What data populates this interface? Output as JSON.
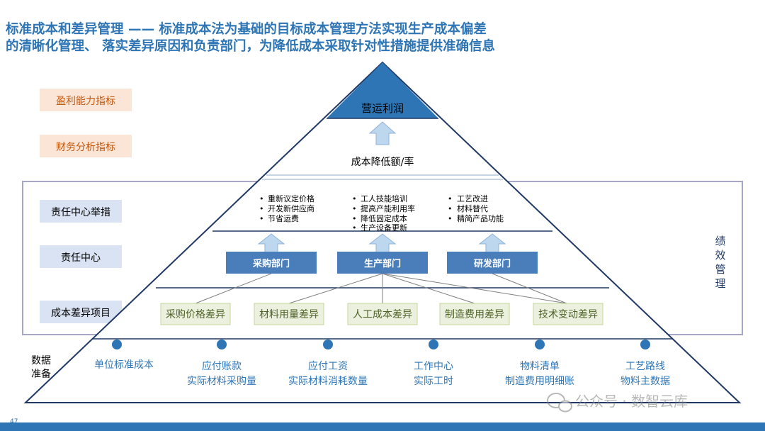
{
  "title": {
    "line1": "标准成本和差异管理 —— 标准成本法为基础的目标成本管理方法实现生产成本偏差",
    "line2": "的清晰化管理、  落实差异原因和负责部门，为降低成本采取针对性措施提供准确信息"
  },
  "left_labels": {
    "profit_index": "盈利能力指标",
    "finance_index": "财务分析指标",
    "responsibility_measures": "责任中心举措",
    "responsibility_center": "责任中心",
    "cost_variance_items": "成本差异项目"
  },
  "data_prep": {
    "line1": "数据",
    "line2": "准备"
  },
  "performance_mgmt": [
    "绩",
    "效",
    "管",
    "理"
  ],
  "apex": "营运利润",
  "cost_reduction": "成本降低额/率",
  "measures": [
    [
      "重新议定价格",
      "开发新供应商",
      "节省运费"
    ],
    [
      "工人技能培训",
      "提高产能利用率",
      "降低固定成本",
      "生产设备更新"
    ],
    [
      "工艺改进",
      "材料替代",
      "精简产品功能"
    ]
  ],
  "departments": [
    "采购部门",
    "生产部门",
    "研发部门"
  ],
  "variances": [
    "采购价格差异",
    "材料用量差异",
    "人工成本差异",
    "制造费用差异",
    "技术变动差异"
  ],
  "data_items": [
    [
      "单位标准成本"
    ],
    [
      "应付账款",
      "实际材料采购量"
    ],
    [
      "应付工资",
      "实际材料消耗数量"
    ],
    [
      "工作中心",
      "实际工时"
    ],
    [
      "物料清单",
      "制造费用明细账"
    ],
    [
      "工艺路线",
      "物料主数据"
    ]
  ],
  "page_number": "47",
  "watermark": "公众号 · 数智云库",
  "colors": {
    "title": "#2e75b6",
    "apex_fill": "#2e75b6",
    "dept_fill": "#4a7ebb",
    "arrow_fill": "#bdd7ee",
    "variance_fill": "#ebf1de",
    "variance_text": "#4f6228",
    "index_fill": "#fbe5d6",
    "index_text": "#c55a11",
    "left_fill": "#dae3f3",
    "outline": "#1f3864",
    "dot": "#2e75b6",
    "data_text": "#2e75b6",
    "footer_bar": "#2e75b6"
  }
}
